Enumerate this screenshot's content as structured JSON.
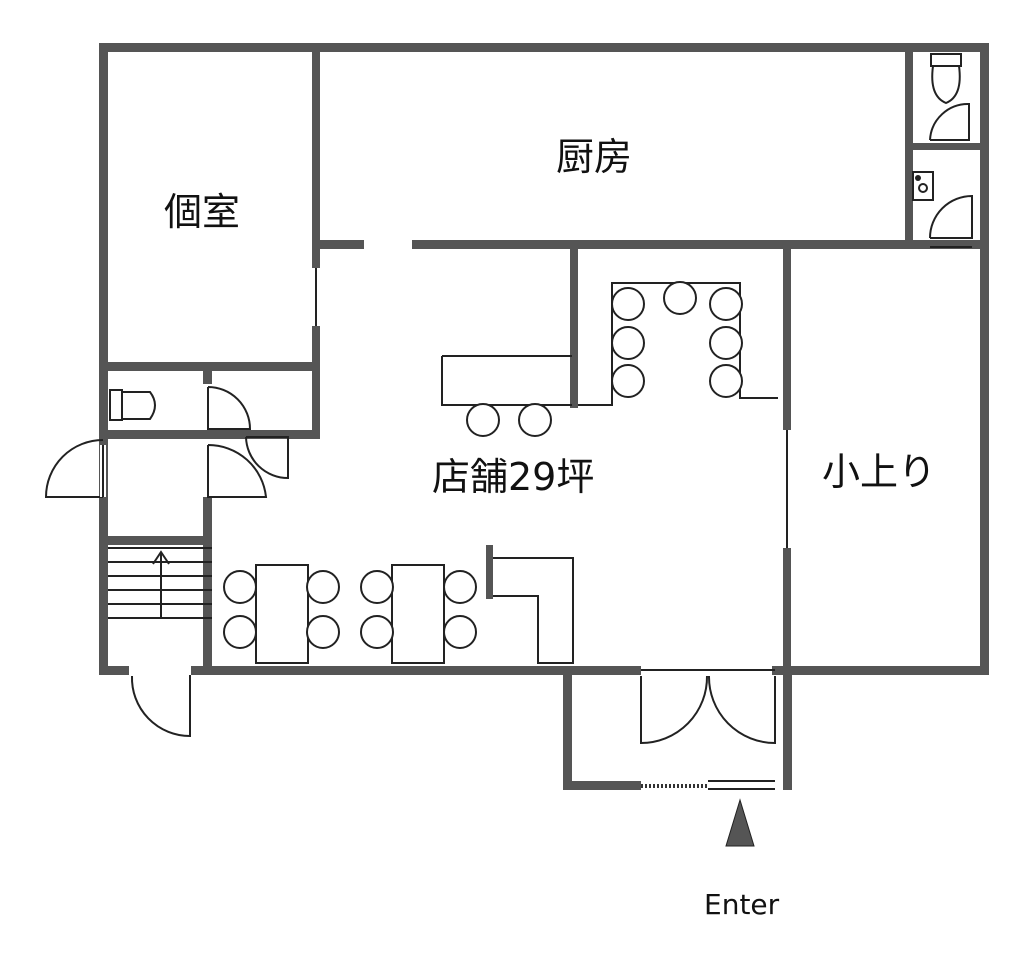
{
  "rooms": {
    "private_room": "個室",
    "kitchen": "厨房",
    "store": "店舗29坪",
    "raised_area": "小上り"
  },
  "entrance": {
    "label": "Enter"
  },
  "colors": {
    "wall": "#555555",
    "line": "#222222",
    "arrow": "#555555",
    "background": "#ffffff"
  }
}
